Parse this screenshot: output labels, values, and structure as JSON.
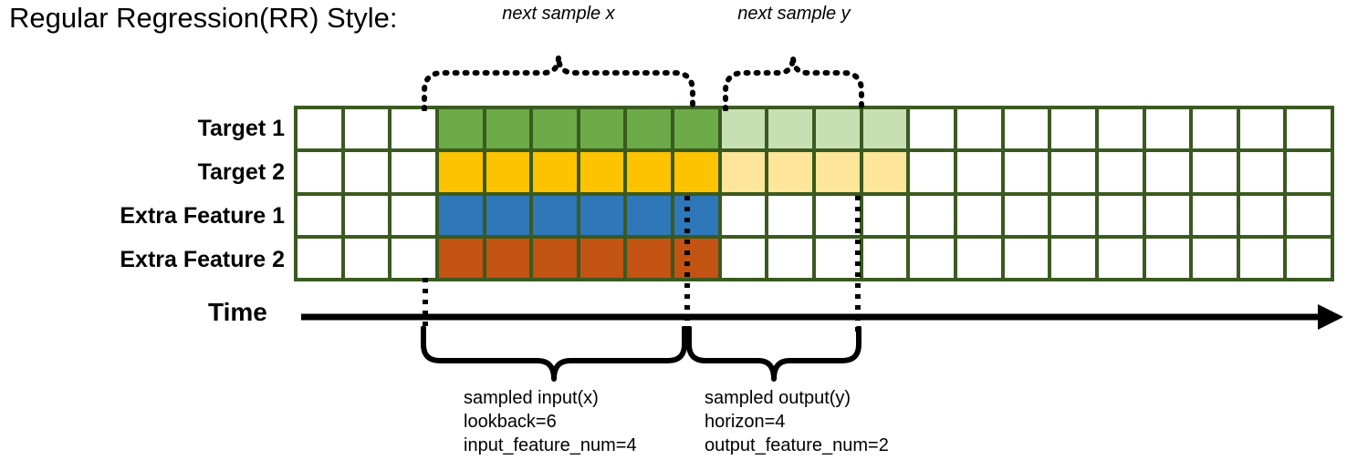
{
  "title": "Regular Regression(RR) Style:",
  "rows": [
    {
      "label": "Target 1",
      "name": "target-1"
    },
    {
      "label": "Target 2",
      "name": "target-2"
    },
    {
      "label": "Extra Feature 1",
      "name": "extra-feature-1"
    },
    {
      "label": "Extra Feature 2",
      "name": "extra-feature-2"
    }
  ],
  "time_axis": {
    "label": "Time"
  },
  "annotations": {
    "next_sample_x": "next sample x",
    "next_sample_y": "next sample y"
  },
  "footnotes": {
    "input": {
      "line1": "sampled input(x)",
      "line2": "lookback=6",
      "line3": "input_feature_num=4"
    },
    "output": {
      "line1": "sampled output(y)",
      "line2": "horizon=4",
      "line3": "output_feature_num=2"
    }
  },
  "colors": {
    "grid_border": "#3A5A20",
    "empty": "#FFFFFF",
    "target1_input": "#6CAB47",
    "target1_output": "#C6E0B4",
    "target2_input": "#FDC300",
    "target2_output": "#FDE599",
    "feature1_input": "#2E77B8",
    "feature2_input": "#C35313",
    "stroke": "#000000"
  },
  "chart_data": {
    "type": "heatmap",
    "title": "Regular Regression(RR) Style:",
    "num_columns": 22,
    "row_names": [
      "Target 1",
      "Target 2",
      "Extra Feature 1",
      "Extra Feature 2"
    ],
    "lookback": 6,
    "horizon": 4,
    "input_feature_num": 4,
    "output_feature_num": 2,
    "input_start_col": 3,
    "output_start_col": 9,
    "cells": [
      [
        "empty",
        "empty",
        "empty",
        "target1_input",
        "target1_input",
        "target1_input",
        "target1_input",
        "target1_input",
        "target1_input",
        "target1_output",
        "target1_output",
        "target1_output",
        "target1_output",
        "empty",
        "empty",
        "empty",
        "empty",
        "empty",
        "empty",
        "empty",
        "empty",
        "empty"
      ],
      [
        "empty",
        "empty",
        "empty",
        "target2_input",
        "target2_input",
        "target2_input",
        "target2_input",
        "target2_input",
        "target2_input",
        "target2_output",
        "target2_output",
        "target2_output",
        "target2_output",
        "empty",
        "empty",
        "empty",
        "empty",
        "empty",
        "empty",
        "empty",
        "empty",
        "empty"
      ],
      [
        "empty",
        "empty",
        "empty",
        "feature1_input",
        "feature1_input",
        "feature1_input",
        "feature1_input",
        "feature1_input",
        "feature1_input",
        "empty",
        "empty",
        "empty",
        "empty",
        "empty",
        "empty",
        "empty",
        "empty",
        "empty",
        "empty",
        "empty",
        "empty",
        "empty"
      ],
      [
        "empty",
        "empty",
        "empty",
        "feature2_input",
        "feature2_input",
        "feature2_input",
        "feature2_input",
        "feature2_input",
        "feature2_input",
        "empty",
        "empty",
        "empty",
        "empty",
        "empty",
        "empty",
        "empty",
        "empty",
        "empty",
        "empty",
        "empty",
        "empty",
        "empty"
      ]
    ]
  }
}
